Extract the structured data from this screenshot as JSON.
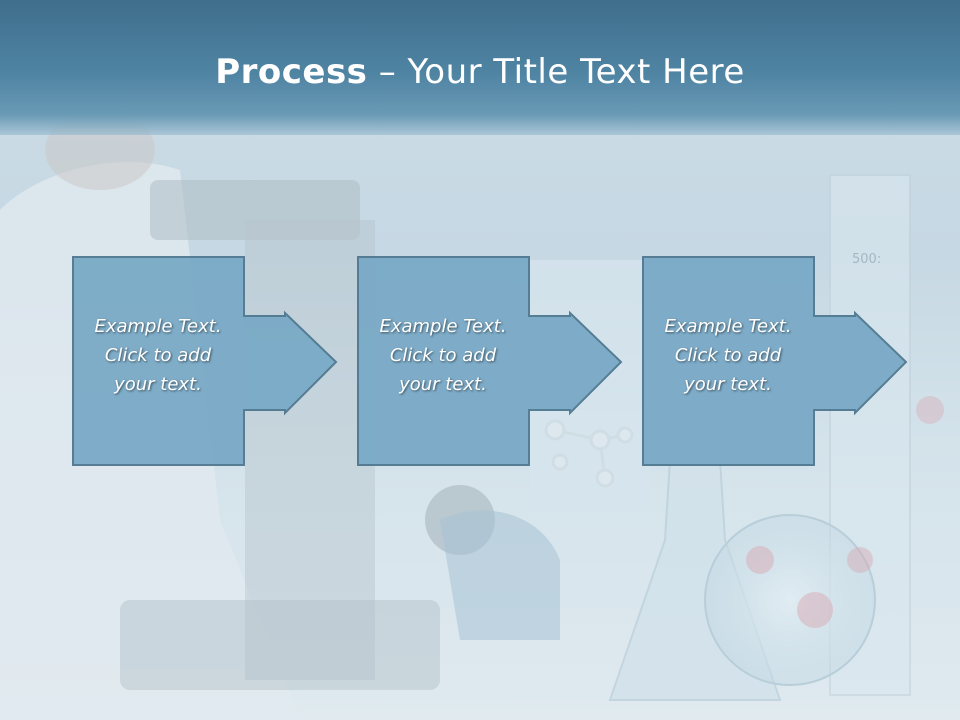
{
  "slide": {
    "title_bold": "Process",
    "title_rest": " – Your Title Text Here"
  },
  "steps": [
    {
      "text": "Example Text.\nClick  to add\nyour text."
    },
    {
      "text": "Example Text.\nClick  to add\nyour text."
    },
    {
      "text": "Example Text.\nClick  to add\nyour text."
    }
  ],
  "background_labels": {
    "cylinder_marking": "500:"
  },
  "colors": {
    "title_bar": "#4a7c9b",
    "box_fill": "#7aaac7",
    "box_stroke": "#4f7890",
    "title_text": "#ffffff"
  }
}
